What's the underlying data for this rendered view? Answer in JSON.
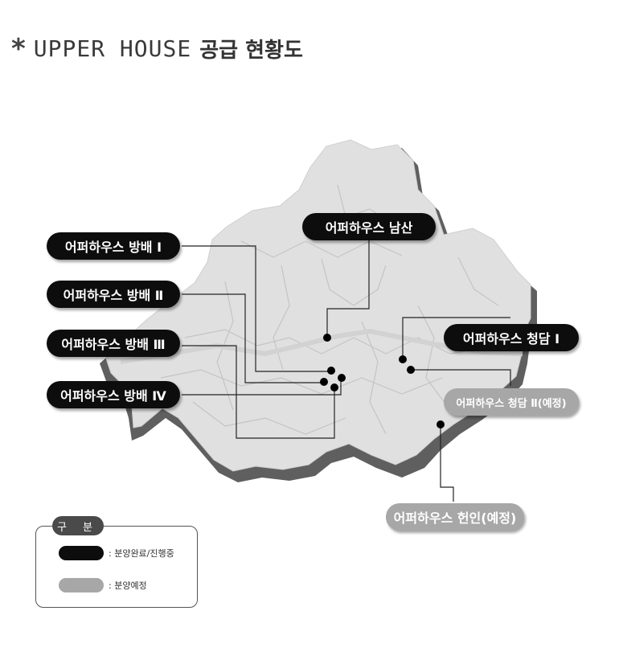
{
  "title": {
    "asterisk": "*",
    "brand": "UPPER HOUSE",
    "subtitle": "공급 현황도"
  },
  "labels": [
    {
      "id": "namsan",
      "text": "어퍼하우스 남산",
      "status": "done"
    },
    {
      "id": "bangbae1",
      "text": "어퍼하우스 방배 Ⅰ",
      "status": "done"
    },
    {
      "id": "bangbae2",
      "text": "어퍼하우스 방배 Ⅱ",
      "status": "done"
    },
    {
      "id": "bangbae3",
      "text": "어퍼하우스 방배 Ⅲ",
      "status": "done"
    },
    {
      "id": "bangbae4",
      "text": "어퍼하우스 방배 Ⅳ",
      "status": "done"
    },
    {
      "id": "cheongdam1",
      "text": "어퍼하우스 청담 Ⅰ",
      "status": "done"
    },
    {
      "id": "cheongdam2",
      "text": "어퍼하우스 청담 Ⅱ(예정)",
      "status": "planned"
    },
    {
      "id": "heonin",
      "text": "어퍼하우스 헌인(예정)",
      "status": "planned"
    }
  ],
  "legend": {
    "title": "구 분",
    "items": [
      {
        "label": ": 분양완료/진행중",
        "color": "#0d0d0d"
      },
      {
        "label": ": 분양예정",
        "color": "#a7a7a7"
      }
    ]
  },
  "colors": {
    "done": "#0d0d0d",
    "planned": "#a7a7a7",
    "map_fill": "#e0e0e0",
    "map_shadow": "#5f5f5f",
    "district_lines": "#c4c4c4"
  }
}
